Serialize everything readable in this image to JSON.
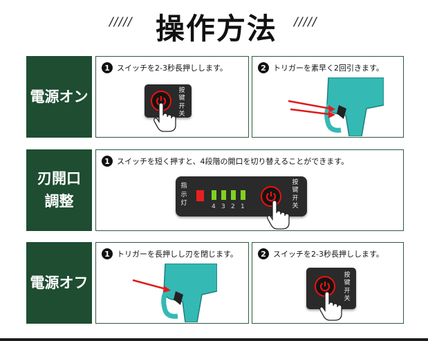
{
  "title": {
    "text": "操作方法",
    "deco_left": "/////",
    "deco_right": "/////"
  },
  "sections": [
    {
      "label_lines": [
        "電源オン"
      ],
      "steps": [
        {
          "num": "1",
          "text": "スイッチを2-3秒長押しします。"
        },
        {
          "num": "2",
          "text": "トリガーを素早く2回引きます。"
        }
      ]
    },
    {
      "label_lines": [
        "刃開口",
        "調整"
      ],
      "steps": [
        {
          "num": "1",
          "text": "スイッチを短く押すと、4段階の開口を切り替えることができます。"
        }
      ],
      "indicator": {
        "label_chars": [
          "指",
          "示",
          "灯"
        ],
        "levels": [
          "4",
          "3",
          "2",
          "1"
        ]
      }
    },
    {
      "label_lines": [
        "電源オフ"
      ],
      "steps": [
        {
          "num": "1",
          "text": "トリガーを長押しし刃を閉じます。"
        },
        {
          "num": "2",
          "text": "スイッチを2-3秒長押しします。"
        }
      ]
    }
  ],
  "device": {
    "key_label_chars": [
      "按",
      "键",
      "开",
      "关"
    ]
  },
  "icons": [
    "power-icon",
    "hand-pointer-icon",
    "arrow-icon",
    "tool-trigger-illustration"
  ],
  "colors": {
    "label_bg": "#1e4d31",
    "panel_border": "#2b5a3d",
    "power_red": "#e11111",
    "led_green": "#7ed321",
    "led_red": "#e82020",
    "tool_teal": "#35b9b5"
  }
}
